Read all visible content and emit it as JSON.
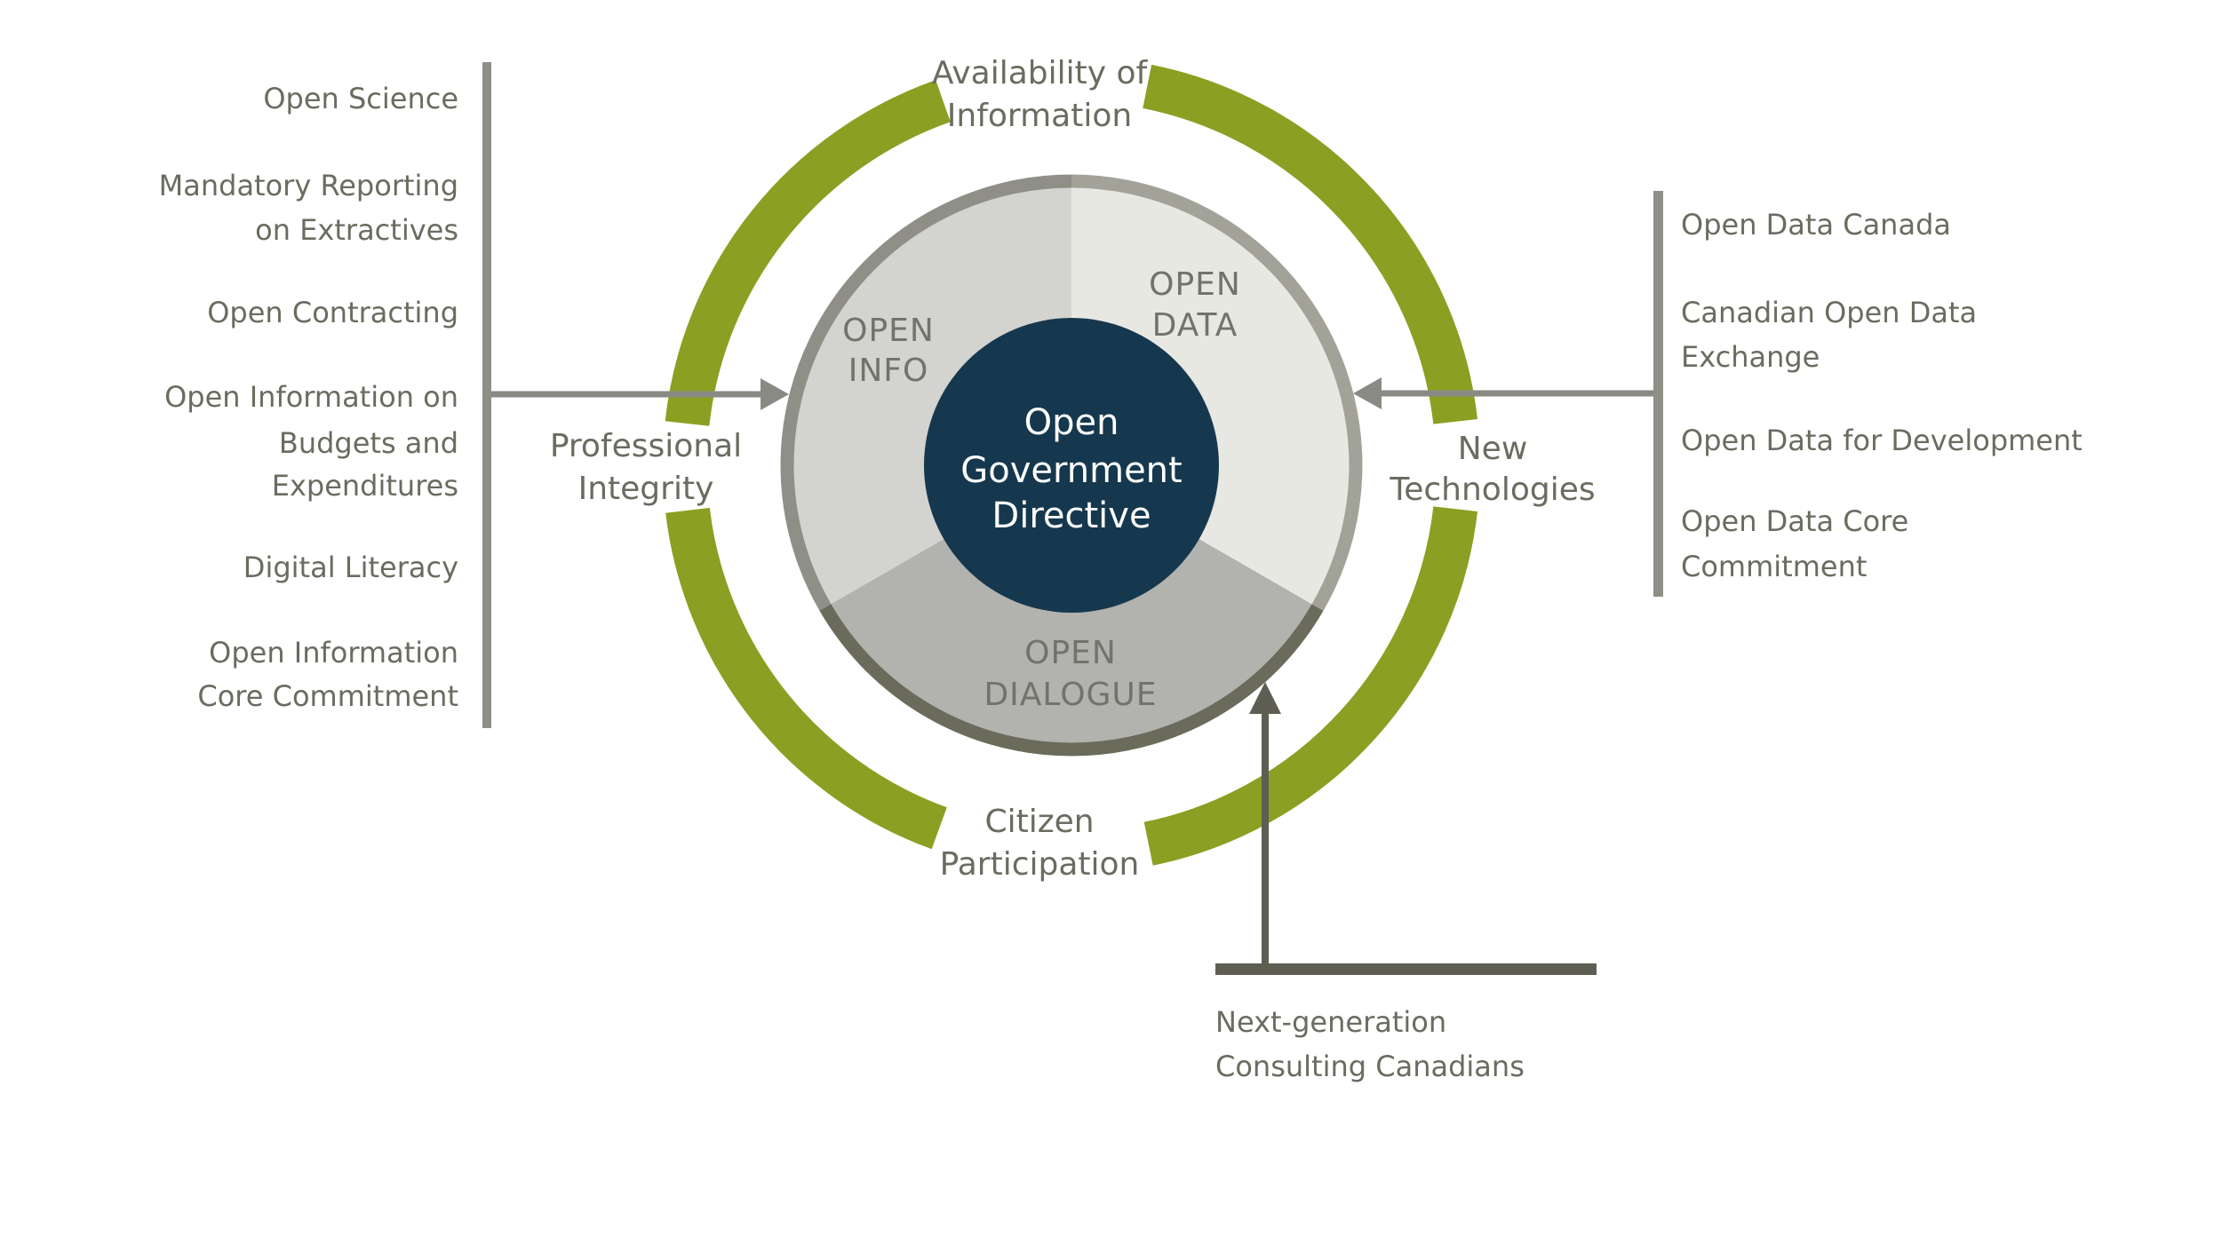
{
  "colors": {
    "green": "#8B9F22",
    "navy": "#16384E",
    "slice_info": "#D3D3D0",
    "slice_data": "#E8E8E3",
    "slice_dialogue": "#B2B2AF",
    "ring_info": "#8F8F88",
    "ring_data": "#A2A298",
    "ring_dialogue": "#6B6B5C",
    "bar_light": "#8F8F88",
    "bar_dark": "#5E5E52",
    "arrow_light": "#8A8A84",
    "text_gray": "#6B6B60",
    "white": "#FFFFFF"
  },
  "center": {
    "line1": "Open",
    "line2": "Government",
    "line3": "Directive"
  },
  "pie": {
    "info": {
      "line1": "OPEN",
      "line2": "INFO"
    },
    "data": {
      "line1": "OPEN",
      "line2": "DATA"
    },
    "dialogue": {
      "line1": "OPEN",
      "line2": "DIALOGUE"
    }
  },
  "ring_labels": {
    "top": {
      "line1": "Availability of",
      "line2": "Information"
    },
    "left": {
      "line1": "Professional",
      "line2": "Integrity"
    },
    "right": {
      "line1": "New",
      "line2": "Technologies"
    },
    "bottom": {
      "line1": "Citizen",
      "line2": "Participation"
    }
  },
  "left_list": {
    "items": [
      {
        "lines": [
          "Open Science"
        ]
      },
      {
        "lines": [
          "Mandatory Reporting",
          "on Extractives"
        ]
      },
      {
        "lines": [
          "Open Contracting"
        ]
      },
      {
        "lines": [
          "Open Information on",
          "Budgets and",
          "Expenditures"
        ]
      },
      {
        "lines": [
          "Digital Literacy"
        ]
      },
      {
        "lines": [
          "Open Information",
          "Core Commitment"
        ]
      }
    ]
  },
  "right_list": {
    "items": [
      {
        "lines": [
          "Open Data Canada"
        ]
      },
      {
        "lines": [
          "Canadian Open Data",
          "Exchange"
        ]
      },
      {
        "lines": [
          "Open Data for Development"
        ]
      },
      {
        "lines": [
          "Open Data Core",
          "Commitment"
        ]
      }
    ]
  },
  "bottom_note": {
    "line1": "Next-generation",
    "line2": "Consulting Canadians"
  }
}
